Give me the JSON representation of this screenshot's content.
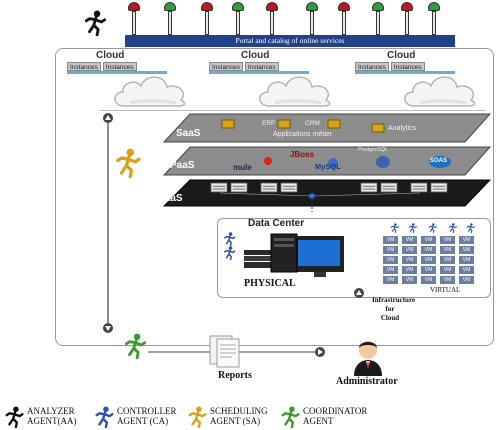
{
  "portal": {
    "label": "Portal and catalog of online services"
  },
  "clouds": [
    {
      "title": "Cloud",
      "instances": [
        "Instances",
        "Instances"
      ]
    },
    {
      "title": "Cloud",
      "instances": [
        "Instances",
        "Instances"
      ]
    },
    {
      "title": "Cloud",
      "instances": [
        "Instances",
        "Instances"
      ]
    }
  ],
  "layers": {
    "saas": {
      "label": "SaaS",
      "items": [
        "ERP",
        "CRM",
        "Applications métier",
        "Analytics"
      ]
    },
    "paas": {
      "label": "PaaS",
      "items": [
        "mule",
        "JBoss",
        "MySQL",
        "PostgreSQL",
        "SOAS"
      ]
    },
    "iaas": {
      "label": "IaaS"
    }
  },
  "datacenter": {
    "title": "Data Center",
    "physical_label": "PHYSICAL",
    "virtual_label": "VIRTUAL",
    "vm_label": "VM",
    "infra_caption": [
      "Infrastructure",
      "for",
      "Cloud"
    ]
  },
  "reports": {
    "label": "Reports"
  },
  "administrator": {
    "label": "Administrator"
  },
  "legend": [
    {
      "line1": "ANALYZER",
      "line2": "AGENT(AA)",
      "color": "#111111"
    },
    {
      "line1": "CONTROLLER",
      "line2": "AGENT (CA)",
      "color": "#2b4fb0"
    },
    {
      "line1": "SCHEDULING",
      "line2": "AGENT (SA)",
      "color": "#d9a21b"
    },
    {
      "line1": "COORDINATOR",
      "line2": "AGENT",
      "color": "#3b9b2f"
    }
  ],
  "colors": {
    "portal_bar": "#23408a",
    "layer_fill": "#8c8c8c",
    "iaas_fill": "#1a1a1a",
    "arrow": "#444444"
  }
}
